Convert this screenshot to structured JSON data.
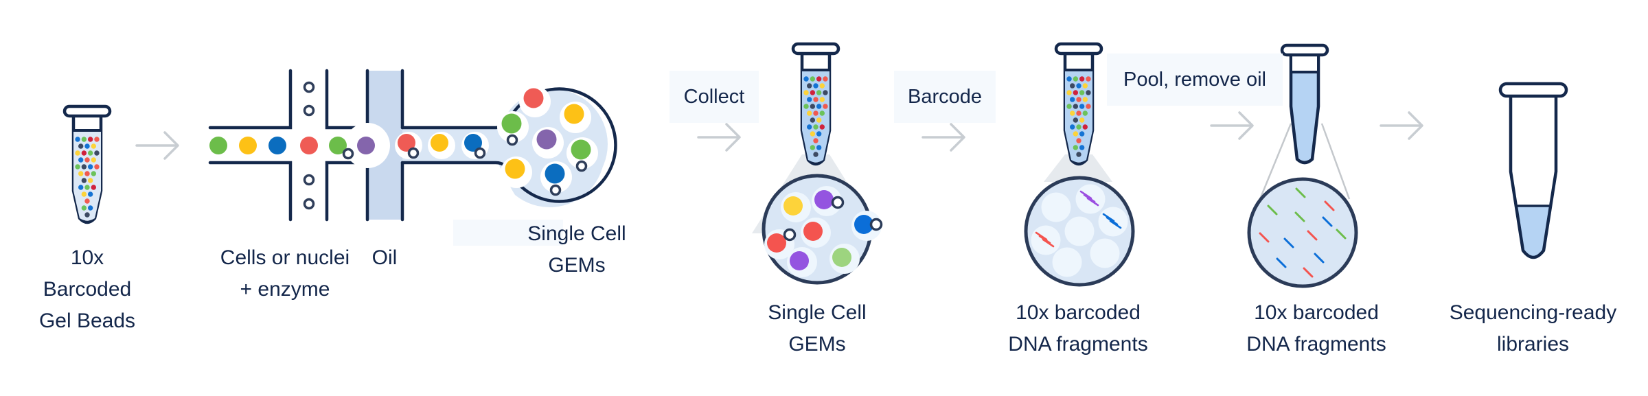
{
  "title": "10x Genomics Single Cell workflow",
  "colors": {
    "outline": "#14284b",
    "arrow": "#c8cdd2",
    "liquid": "#b5d3f3",
    "chamber": "#d9e6f5",
    "oil": "#c9d9ee",
    "cell_green": "#6cbd4a",
    "cell_yellow": "#fdc116",
    "cell_blue": "#0b6dbf",
    "cell_red": "#ef5b55",
    "cell_purple": "#8465ac"
  },
  "steps": [
    {
      "id": "gel-beads",
      "label_lines": [
        "10x",
        "Barcoded",
        "Gel Beads"
      ]
    },
    {
      "id": "cells",
      "label_lines": [
        "Cells or nuclei",
        "+ enzyme"
      ]
    },
    {
      "id": "oil",
      "label_lines": [
        "Oil"
      ]
    },
    {
      "id": "chip-gems",
      "label_lines": [
        "Single Cell",
        "GEMs"
      ]
    },
    {
      "id": "collected-gems",
      "label_lines": [
        "Single Cell",
        "GEMs"
      ]
    },
    {
      "id": "barcoded-fragments",
      "label_lines": [
        "10x barcoded",
        "DNA fragments"
      ]
    },
    {
      "id": "pooled-fragments",
      "label_lines": [
        "10x barcoded",
        "DNA fragments"
      ]
    },
    {
      "id": "libraries",
      "label_lines": [
        "Sequencing-ready",
        "libraries"
      ]
    }
  ],
  "actions": [
    {
      "id": "collect",
      "label": "Collect"
    },
    {
      "id": "barcode",
      "label": "Barcode"
    },
    {
      "id": "pool",
      "label": "Pool, remove oil"
    }
  ],
  "icons": [
    "tube-icon",
    "microfluidic-chip-icon",
    "arrow-right-icon",
    "magnifier-circle-icon"
  ]
}
